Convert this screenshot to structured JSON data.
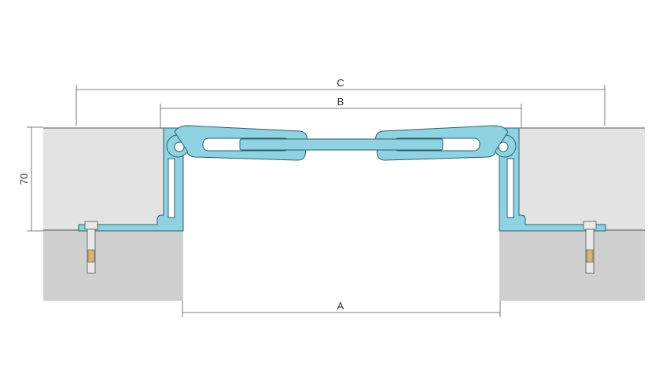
{
  "dimensions": {
    "a_label": "A",
    "b_label": "B",
    "c_label": "C",
    "height_label": "70"
  },
  "colors": {
    "profile_fill": "#8fd2e2",
    "profile_stroke": "#2e5f6c",
    "screed_fill": "#e3e3e3",
    "slab_fill": "#cfcfcf",
    "line": "#555555",
    "anchor_fill": "#e8e8e8",
    "anchor_accent": "#d9b27a"
  }
}
